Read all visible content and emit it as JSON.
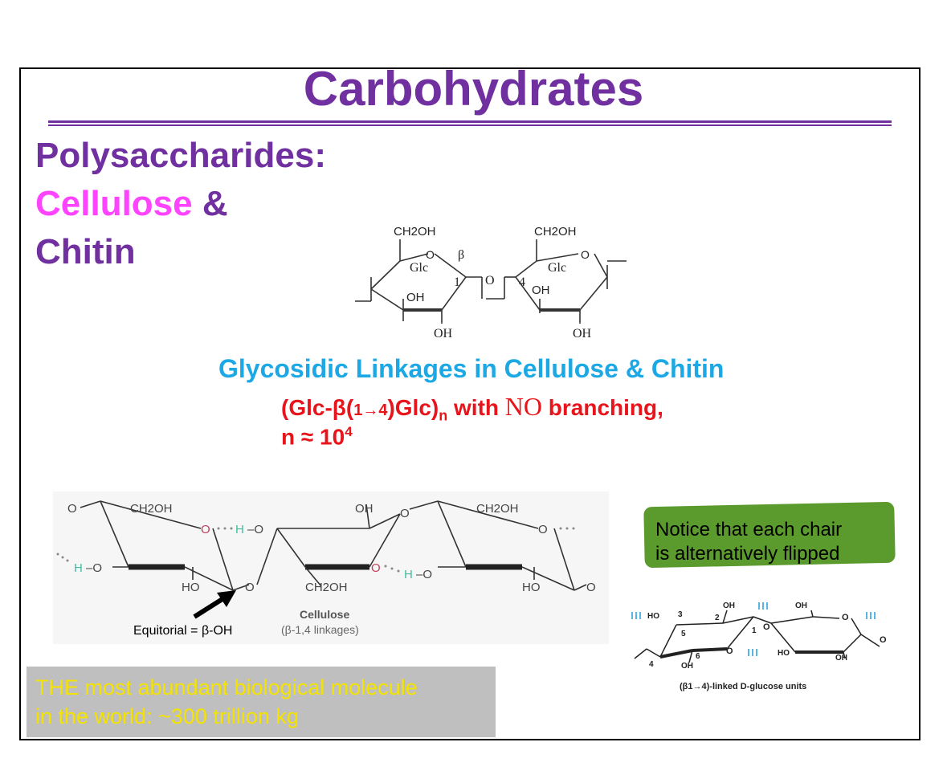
{
  "title": "Carbohydrates",
  "heading": {
    "line1": "Polysaccharides:",
    "line2_pink": "Cellulose",
    "line2_rest": " &",
    "line3": "Chitin"
  },
  "top_structure": {
    "ch2oh_left": "CH2OH",
    "ch2oh_right": "CH2OH",
    "glc_left": "Glc",
    "glc_right": "Glc",
    "beta": "β",
    "pos1": "1",
    "pos4": "4",
    "oh_ring_left": "OH",
    "oh_ring_right": "OH",
    "oh_bottom_left": "OH",
    "oh_bottom_right": "OH"
  },
  "linkage_caption": "Glycosidic Linkages in Cellulose & Chitin",
  "formula": {
    "part1": "(Glc-β(",
    "arrow": "1→4",
    "part2": ")Glc)",
    "sub_n": "n",
    "part3": " with ",
    "no": "NO",
    "part4": " branching,",
    "line2_prefix": "n ≈ 10",
    "line2_sup": "4"
  },
  "cellulose_figure": {
    "ch2oh_1": "CH2OH",
    "oh_top": "OH",
    "ch2oh_3": "CH2OH",
    "ho_1": "HO",
    "ch2oh_mid": "CH2OH",
    "ho_2": "HO",
    "label": "Cellulose",
    "sublabel": "(β-1,4 linkages)",
    "equatorial": "Equitorial = β-OH"
  },
  "note": {
    "line1": "Notice that each chair",
    "line2": "is alternatively flipped"
  },
  "glucose_units_figure": {
    "ho": "HO",
    "oh_a": "OH",
    "oh_b": "OH",
    "oh_c": "OH",
    "oh_d": "OH",
    "ho_b": "HO",
    "caption": "(β1→4)-linked D-glucose units",
    "n3": "3",
    "n2": "2",
    "n5": "5",
    "n4": "4",
    "n6": "6",
    "n1": "1"
  },
  "abundant": {
    "line1": "THE most abundant biological molecule",
    "line2": "in the world:  ~300 trillion kg"
  }
}
